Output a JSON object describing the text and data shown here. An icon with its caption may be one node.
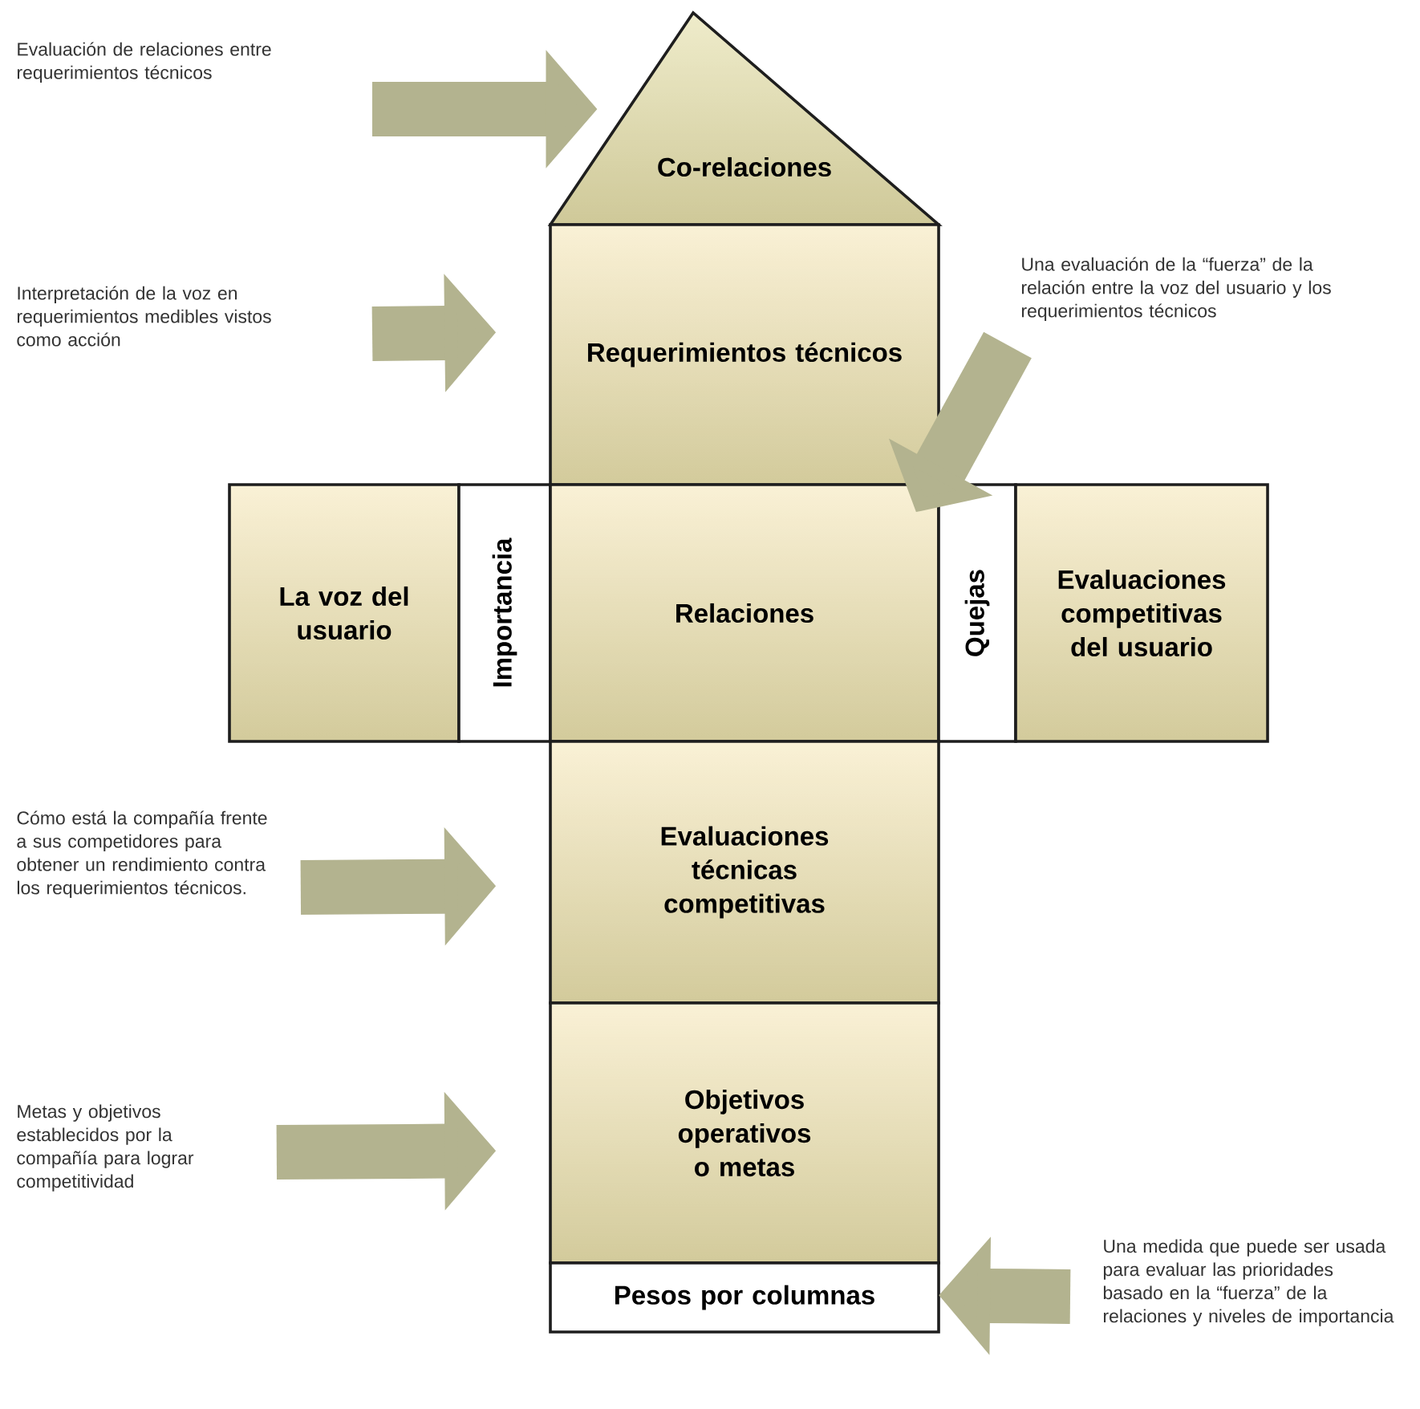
{
  "diagram": {
    "nodes": [
      {
        "text": [
          "Evaluación de relaciones entre requerimientos técnicos"
        ]
      },
      {
        "text": [
          "Co-relaciones"
        ]
      },
      {
        "text": [
          "Interpretación de la voz en requerimientos medibles vistos como acción"
        ]
      },
      {
        "text": [
          "Requerimientos técnicos"
        ]
      },
      {
        "text": [
          "Una evaluación de la “fuerza” de la relación entre la voz del usuario y los requerimientos técnicos"
        ]
      },
      {
        "text": [
          "La voz del usuario"
        ]
      },
      {
        "text": [
          "Importancia"
        ]
      },
      {
        "text": [
          "Relaciones"
        ]
      },
      {
        "text": [
          "Quejas"
        ]
      },
      {
        "text": [
          "Evaluaciones competitivas del usuario"
        ]
      },
      {
        "text": [
          "Cómo está la compañía frente a sus competidores para obtener un rendimiento contra los requerimientos técnicos."
        ]
      },
      {
        "text": [
          "Evaluaciones técnicas competitivas"
        ]
      },
      {
        "text": [
          "Metas y objetivos establecidos por la compañía para lograr competitividad"
        ]
      },
      {
        "text": [
          "Objetivos operativos o metas"
        ]
      },
      {
        "text": [
          "Pesos por columnas"
        ]
      },
      {
        "text": [
          "Una medida que puede ser usada para evaluar las prioridades basado en la “fuerza” de la relaciones y niveles de importancia"
        ]
      }
    ],
    "edges": [
      {
        "from": 0,
        "to": 1,
        "arrow": "to"
      },
      {
        "from": 2,
        "to": 3,
        "arrow": "to"
      },
      {
        "from": 4,
        "to": 7,
        "arrow": "to"
      },
      {
        "from": 10,
        "to": 11,
        "arrow": "to"
      },
      {
        "from": 12,
        "to": 13,
        "arrow": "to"
      },
      {
        "from": 15,
        "to": 14,
        "arrow": "to"
      }
    ]
  }
}
